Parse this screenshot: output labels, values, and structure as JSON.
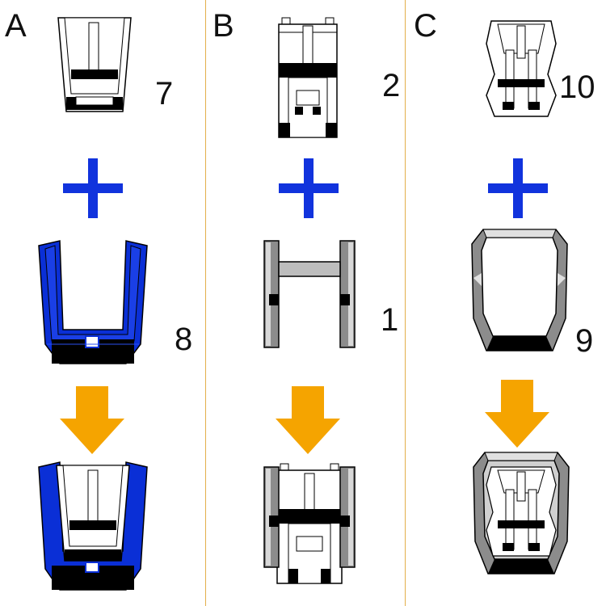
{
  "columns": [
    {
      "letter": "A",
      "top_part": "7",
      "bottom_part": "8",
      "bottom_color": "#0a2fd6"
    },
    {
      "letter": "B",
      "top_part": "2",
      "bottom_part": "1",
      "bottom_color": "#8c8c8c"
    },
    {
      "letter": "C",
      "top_part": "10",
      "bottom_part": "9",
      "bottom_color": "#8c8c8c"
    }
  ],
  "colors": {
    "plus": "#1133dd",
    "arrow": "#f5a400",
    "divider": "#e3b04b",
    "outline": "#000000"
  },
  "icons": {
    "plus": "plus-icon",
    "arrow": "arrow-down-icon"
  }
}
